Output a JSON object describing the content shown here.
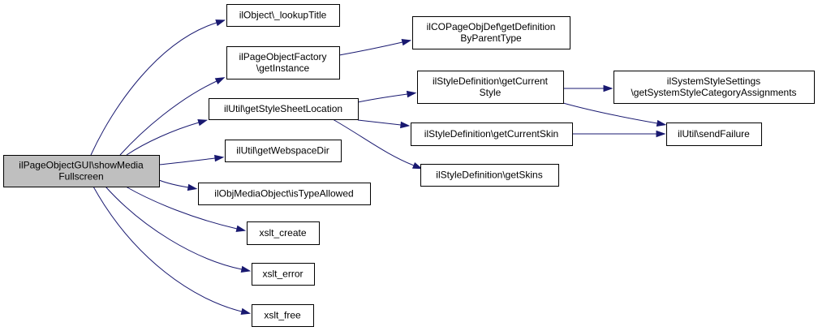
{
  "nodes": [
    {
      "id": "root",
      "lines": [
        "ilPageObjectGUI\\showMedia",
        "Fullscreen"
      ],
      "root": true
    },
    {
      "id": "lookup_title",
      "lines": [
        "ilObject\\_lookupTitle"
      ]
    },
    {
      "id": "page_factory",
      "lines": [
        "ilPageObjectFactory",
        "\\getInstance"
      ]
    },
    {
      "id": "copage_def",
      "lines": [
        "ilCOPageObjDef\\getDefinition",
        "ByParentType"
      ]
    },
    {
      "id": "stylesheet_loc",
      "lines": [
        "ilUtil\\getStyleSheetLocation"
      ]
    },
    {
      "id": "current_style",
      "lines": [
        "ilStyleDefinition\\getCurrent",
        "Style"
      ]
    },
    {
      "id": "system_style",
      "lines": [
        "ilSystemStyleSettings",
        "\\getSystemStyleCategoryAssignments"
      ]
    },
    {
      "id": "current_skin",
      "lines": [
        "ilStyleDefinition\\getCurrentSkin"
      ]
    },
    {
      "id": "send_failure",
      "lines": [
        "ilUtil\\sendFailure"
      ]
    },
    {
      "id": "get_skins",
      "lines": [
        "ilStyleDefinition\\getSkins"
      ]
    },
    {
      "id": "webspace_dir",
      "lines": [
        "ilUtil\\getWebspaceDir"
      ]
    },
    {
      "id": "media_allowed",
      "lines": [
        "ilObjMediaObject\\isTypeAllowed"
      ]
    },
    {
      "id": "xslt_create",
      "lines": [
        "xslt_create"
      ]
    },
    {
      "id": "xslt_error",
      "lines": [
        "xslt_error"
      ]
    },
    {
      "id": "xslt_free",
      "lines": [
        "xslt_free"
      ]
    }
  ],
  "edges": [
    {
      "from": "root",
      "to": "lookup_title"
    },
    {
      "from": "root",
      "to": "page_factory"
    },
    {
      "from": "root",
      "to": "stylesheet_loc"
    },
    {
      "from": "root",
      "to": "webspace_dir"
    },
    {
      "from": "root",
      "to": "media_allowed"
    },
    {
      "from": "root",
      "to": "xslt_create"
    },
    {
      "from": "root",
      "to": "xslt_error"
    },
    {
      "from": "root",
      "to": "xslt_free"
    },
    {
      "from": "page_factory",
      "to": "copage_def"
    },
    {
      "from": "stylesheet_loc",
      "to": "current_style"
    },
    {
      "from": "stylesheet_loc",
      "to": "current_skin"
    },
    {
      "from": "stylesheet_loc",
      "to": "get_skins"
    },
    {
      "from": "current_style",
      "to": "system_style"
    },
    {
      "from": "current_style",
      "to": "send_failure"
    },
    {
      "from": "current_skin",
      "to": "send_failure"
    }
  ],
  "colors": {
    "edge": "#191970",
    "root_fill": "#bfbfbf",
    "node_fill": "#ffffff",
    "node_stroke": "#000000"
  }
}
